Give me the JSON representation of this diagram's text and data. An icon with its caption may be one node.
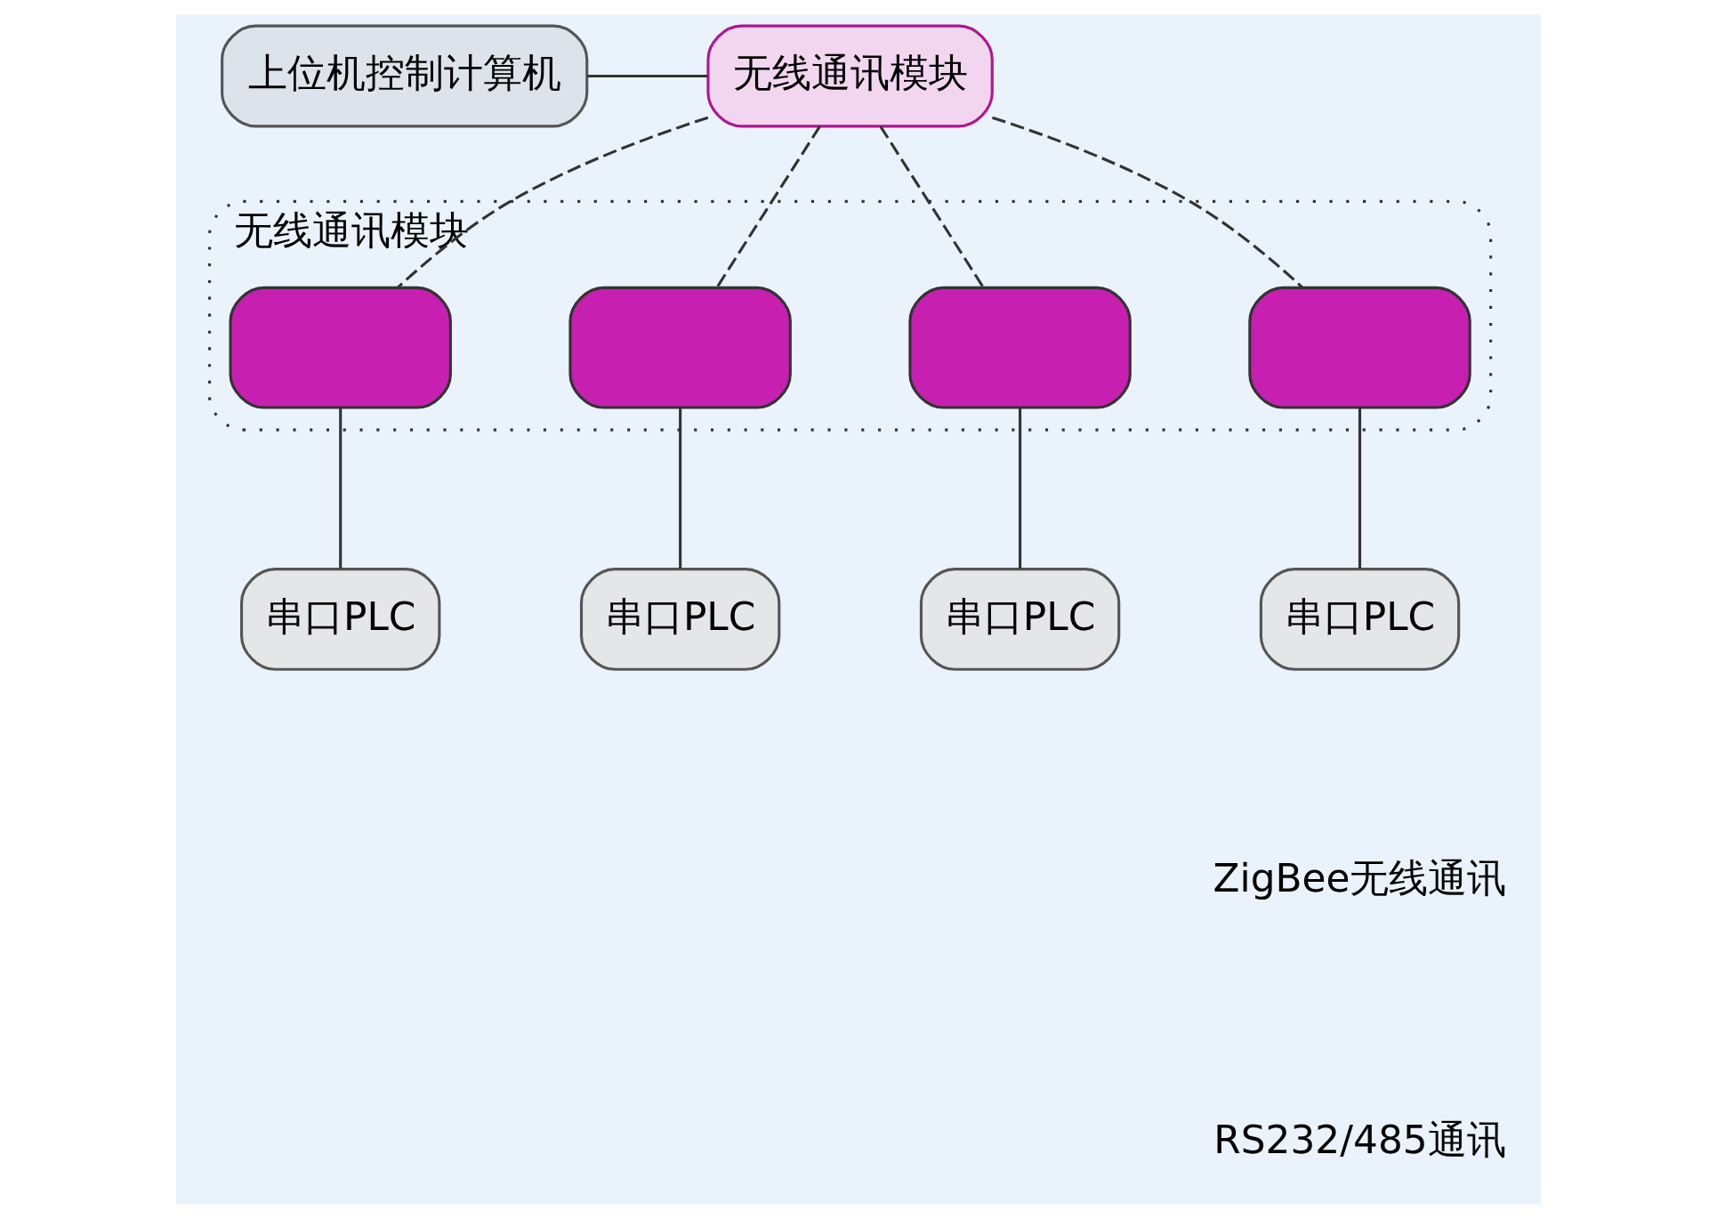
{
  "diagram": {
    "nodes": [
      {
        "text": [
          "上位机控制计算机"
        ]
      },
      {
        "text": [
          "无线通讯模块"
        ]
      },
      {
        "text": [
          "无线通讯模块"
        ]
      },
      {
        "text": [],
        "shape": "box",
        "in": 2
      },
      {
        "text": [],
        "shape": "box",
        "in": 2
      },
      {
        "text": [],
        "shape": "box",
        "in": 2
      },
      {
        "text": [],
        "shape": "box",
        "in": 2
      },
      {
        "text": [
          "串口PLC"
        ]
      },
      {
        "text": [
          "串口PLC"
        ]
      },
      {
        "text": [
          "串口PLC"
        ]
      },
      {
        "text": [
          "串口PLC"
        ]
      }
    ],
    "edges": [
      {
        "from": 0,
        "to": 1,
        "arrow": "none"
      },
      {
        "from": 1,
        "to": 3,
        "arrow": "none",
        "style": "dashed"
      },
      {
        "from": 1,
        "to": 4,
        "arrow": "none",
        "style": "dashed"
      },
      {
        "from": 1,
        "to": 5,
        "arrow": "none",
        "style": "dashed"
      },
      {
        "from": 1,
        "to": 6,
        "arrow": "none",
        "style": "dashed"
      },
      {
        "from": 3,
        "to": 7,
        "arrow": "none"
      },
      {
        "from": 4,
        "to": 8,
        "arrow": "none"
      },
      {
        "from": 5,
        "to": 9,
        "arrow": "none"
      },
      {
        "from": 6,
        "to": 10,
        "arrow": "none"
      }
    ],
    "legend": [
      {
        "text": "ZigBee无线通讯"
      },
      {
        "text": "RS232/485通讯"
      }
    ]
  }
}
